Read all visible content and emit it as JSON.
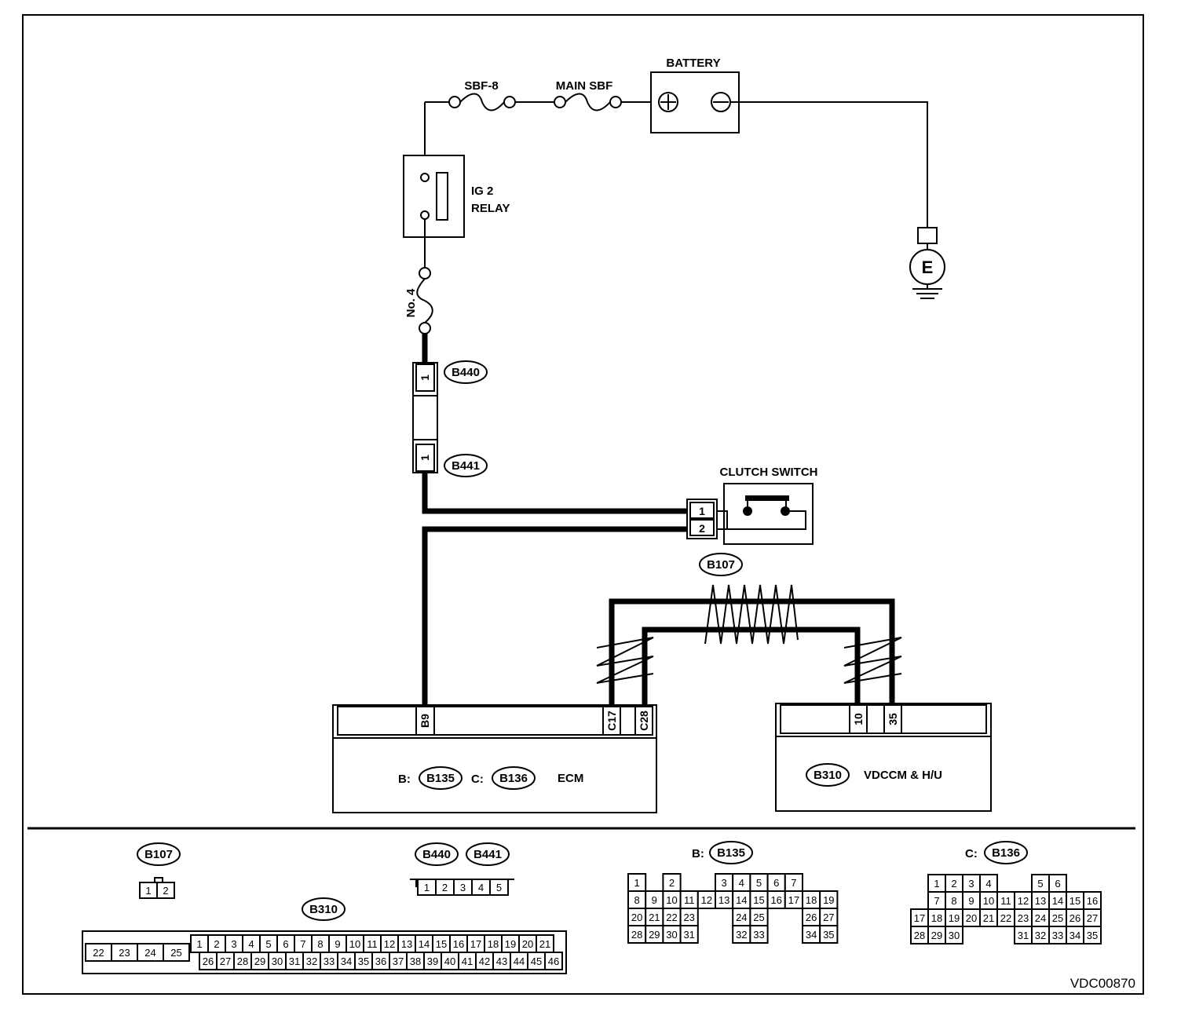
{
  "labels": {
    "battery": "BATTERY",
    "sbf8": "SBF-8",
    "main_sbf": "MAIN SBF",
    "ig2": "IG 2",
    "relay": "RELAY",
    "fuse_no4": "No. 4",
    "clutch_switch": "CLUTCH SWITCH",
    "ground": "E",
    "ecm": "ECM",
    "vdccm": "VDCCM & H/U",
    "b_prefix": "B:",
    "c_prefix": "C:",
    "figure_id": "VDC00870"
  },
  "connectors": {
    "b440": "B440",
    "b441": "B441",
    "b107": "B107",
    "b135": "B135",
    "b136": "B136",
    "b310": "B310"
  },
  "pins": {
    "b440": "1",
    "b441": "1",
    "clutch_1": "1",
    "clutch_2": "2",
    "ecm_b9": "B9",
    "ecm_c17": "C17",
    "ecm_c28": "C28",
    "vdc_10": "10",
    "vdc_35": "35"
  },
  "connector_faces": {
    "b107": [
      [
        "1",
        "2"
      ]
    ],
    "b440": [
      [
        "1",
        "2",
        "3",
        "4",
        "5"
      ]
    ],
    "b310_left": [
      [
        "22",
        "23",
        "24",
        "25"
      ]
    ],
    "b310": [
      [
        "1",
        "2",
        "3",
        "4",
        "5",
        "6",
        "7",
        "8",
        "9",
        "10",
        "11",
        "12",
        "13",
        "14",
        "15",
        "16",
        "17",
        "18",
        "19",
        "20",
        "21"
      ],
      [
        "26",
        "27",
        "28",
        "29",
        "30",
        "31",
        "32",
        "33",
        "34",
        "35",
        "36",
        "37",
        "38",
        "39",
        "40",
        "41",
        "42",
        "43",
        "44",
        "45",
        "46"
      ]
    ],
    "b135": [
      [
        "1",
        "",
        "2",
        "",
        "",
        "3",
        "4",
        "5",
        "6",
        "7"
      ],
      [
        "8",
        "9",
        "10",
        "11",
        "12",
        "13",
        "14",
        "15",
        "16",
        "17",
        "18",
        "19"
      ],
      [
        "20",
        "21",
        "22",
        "23",
        "",
        "",
        "24",
        "25",
        "",
        "",
        "26",
        "27"
      ],
      [
        "28",
        "29",
        "30",
        "31",
        "",
        "",
        "32",
        "33",
        "",
        "",
        "34",
        "35"
      ]
    ],
    "b136": [
      [
        "",
        "1",
        "2",
        "3",
        "4",
        "",
        "",
        "5",
        "6"
      ],
      [
        "",
        "7",
        "8",
        "9",
        "10",
        "11",
        "12",
        "13",
        "14",
        "15",
        "16"
      ],
      [
        "17",
        "18",
        "19",
        "20",
        "21",
        "22",
        "23",
        "24",
        "25",
        "26",
        "27"
      ],
      [
        "28",
        "29",
        "30",
        "",
        "",
        "",
        "31",
        "32",
        "33",
        "34",
        "35"
      ]
    ]
  }
}
